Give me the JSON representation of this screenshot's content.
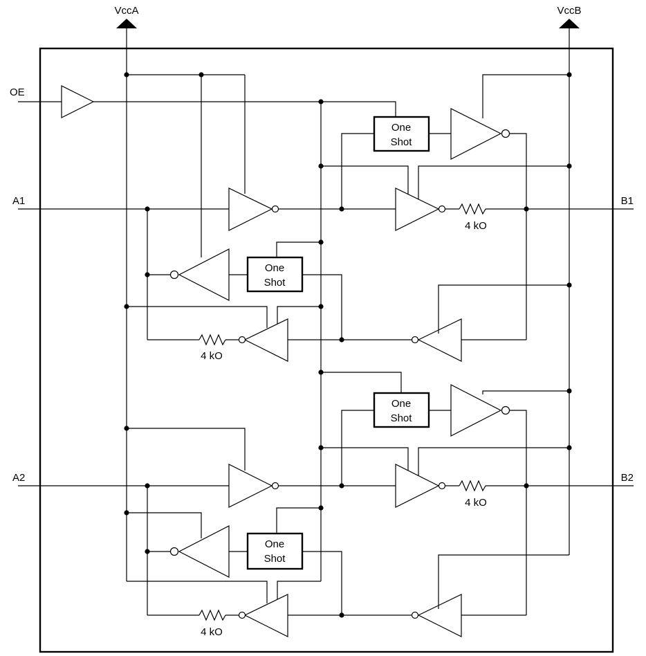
{
  "supply": {
    "left": "VccA",
    "right": "VccB"
  },
  "pins": {
    "oe": "OE",
    "a1": "A1",
    "b1": "B1",
    "a2": "A2",
    "b2": "B2"
  },
  "one_shot": {
    "line1": "One",
    "line2": "Shot"
  },
  "resistor_value": "4 kO",
  "colors": {
    "ink": "#000000",
    "background": "#ffffff"
  }
}
